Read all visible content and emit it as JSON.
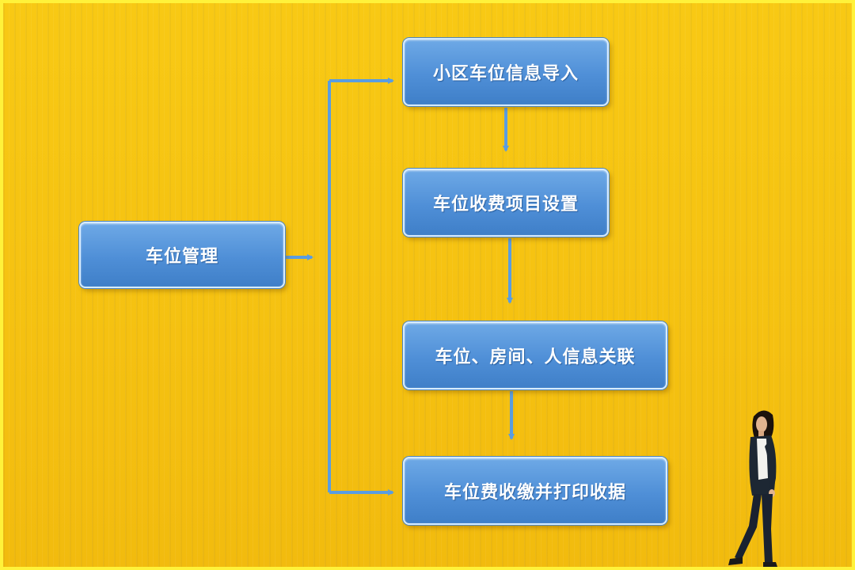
{
  "diagram": {
    "root": {
      "label": "车位管理"
    },
    "steps": [
      {
        "label": "小区车位信息导入"
      },
      {
        "label": "车位收费项目设置"
      },
      {
        "label": "车位、房间、人信息关联"
      },
      {
        "label": "车位费收缴并打印收据"
      }
    ]
  },
  "colors": {
    "background": "#f7c512",
    "box_fill": "#4f8fd7",
    "box_border": "#d7ecff",
    "connector": "#5a9de0",
    "frame": "#fff23a"
  },
  "decorations": {
    "figure": "walking-woman"
  }
}
